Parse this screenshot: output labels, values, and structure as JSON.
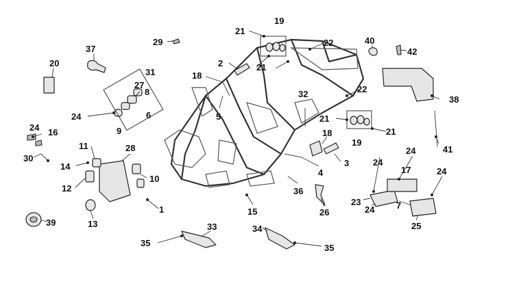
{
  "callouts": [
    {
      "id": "c1",
      "label": "1"
    },
    {
      "id": "c2",
      "label": "2"
    },
    {
      "id": "c3",
      "label": "3"
    },
    {
      "id": "c4",
      "label": "4"
    },
    {
      "id": "c5",
      "label": "5"
    },
    {
      "id": "c6",
      "label": "6"
    },
    {
      "id": "c7",
      "label": "7"
    },
    {
      "id": "c8",
      "label": "8"
    },
    {
      "id": "c9",
      "label": "9"
    },
    {
      "id": "c10",
      "label": "10"
    },
    {
      "id": "c11",
      "label": "11"
    },
    {
      "id": "c12",
      "label": "12"
    },
    {
      "id": "c13",
      "label": "13"
    },
    {
      "id": "c14",
      "label": "14"
    },
    {
      "id": "c15",
      "label": "15"
    },
    {
      "id": "c16",
      "label": "16"
    },
    {
      "id": "c17",
      "label": "17"
    },
    {
      "id": "c18a",
      "label": "18"
    },
    {
      "id": "c18b",
      "label": "18"
    },
    {
      "id": "c19a",
      "label": "19"
    },
    {
      "id": "c19b",
      "label": "19"
    },
    {
      "id": "c20",
      "label": "20"
    },
    {
      "id": "c21a",
      "label": "21"
    },
    {
      "id": "c21b",
      "label": "21"
    },
    {
      "id": "c21c",
      "label": "21"
    },
    {
      "id": "c21d",
      "label": "21"
    },
    {
      "id": "c22a",
      "label": "22"
    },
    {
      "id": "c22b",
      "label": "22"
    },
    {
      "id": "c23",
      "label": "23"
    },
    {
      "id": "c24a",
      "label": "24"
    },
    {
      "id": "c24b",
      "label": "24"
    },
    {
      "id": "c24c",
      "label": "24"
    },
    {
      "id": "c24d",
      "label": "24"
    },
    {
      "id": "c24e",
      "label": "24"
    },
    {
      "id": "c24f",
      "label": "24"
    },
    {
      "id": "c25",
      "label": "25"
    },
    {
      "id": "c26",
      "label": "26"
    },
    {
      "id": "c27",
      "label": "27"
    },
    {
      "id": "c28",
      "label": "28"
    },
    {
      "id": "c29",
      "label": "29"
    },
    {
      "id": "c30",
      "label": "30"
    },
    {
      "id": "c31",
      "label": "31"
    },
    {
      "id": "c32",
      "label": "32"
    },
    {
      "id": "c33",
      "label": "33"
    },
    {
      "id": "c34",
      "label": "34"
    },
    {
      "id": "c35a",
      "label": "35"
    },
    {
      "id": "c35b",
      "label": "35"
    },
    {
      "id": "c36",
      "label": "36"
    },
    {
      "id": "c37",
      "label": "37"
    },
    {
      "id": "c38",
      "label": "38"
    },
    {
      "id": "c39",
      "label": "39"
    },
    {
      "id": "c40",
      "label": "40"
    },
    {
      "id": "c41",
      "label": "41"
    },
    {
      "id": "c42",
      "label": "42"
    }
  ]
}
